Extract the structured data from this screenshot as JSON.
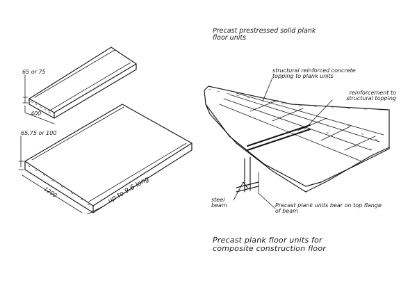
{
  "left_figure": {
    "narrow_plank": {
      "thickness_label": "65 or 75",
      "width_label": "400"
    },
    "wide_plank": {
      "thickness_label": "65,75 or 100",
      "width_label": "1200",
      "length_label": "up to 9.6 long"
    }
  },
  "right_figure": {
    "heading": "Precast prestressed solid plank floor units",
    "label_topping": "structural reinforced concrete topping to plank units",
    "label_reinforcement": "reinforcement to structural topping",
    "label_beam": "steel beam",
    "label_bearing": "Precast plank units bear on top flange of beam",
    "caption": "Precast plank floor units for composite construction floor"
  }
}
